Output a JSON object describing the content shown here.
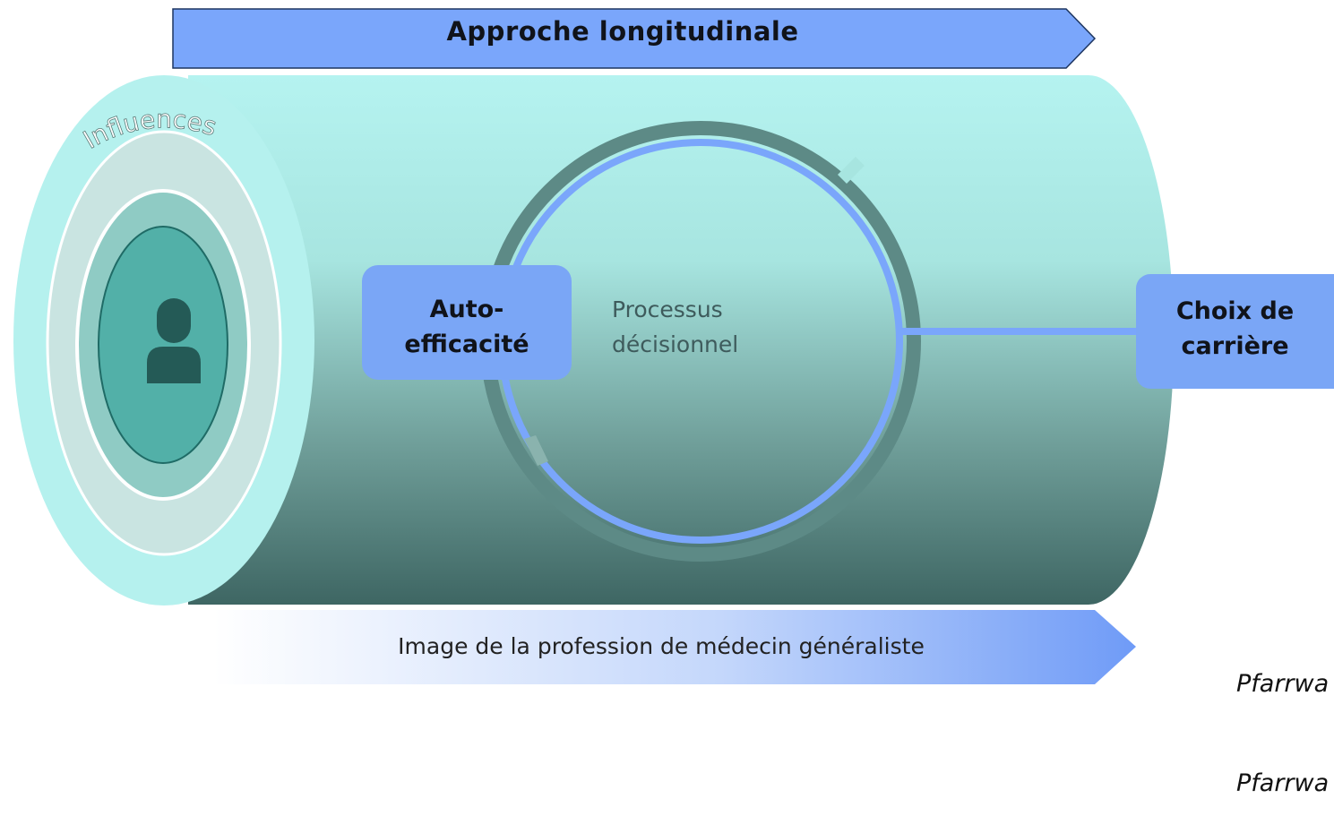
{
  "diagram": {
    "top_arrow": {
      "label": "Approche longitudinale"
    },
    "ring_label": "Influences",
    "person_icon": "person-icon",
    "self_efficacy": {
      "line1": "Auto-",
      "line2": "efficacité"
    },
    "process": {
      "line1": "Processus",
      "line2": "décisionnel"
    },
    "career": {
      "line1": "Choix de",
      "line2": "carrière"
    },
    "bottom_arrow": {
      "label": "Image de la profession de médecin généraliste"
    },
    "citation": {
      "line1": "Pfarrwa",
      "line2": "Pfarrwa"
    }
  },
  "colors": {
    "arrow_blue": "#7aa6fb",
    "box_blue": "#7aa6f6",
    "cylinder_top": "#b5f3f0",
    "cylinder_bottom": "#3e6663",
    "ring_dark": "#5d8a86",
    "ring_blue": "#7aa6fb",
    "teal": "#52b0a8",
    "person": "#245a56"
  }
}
